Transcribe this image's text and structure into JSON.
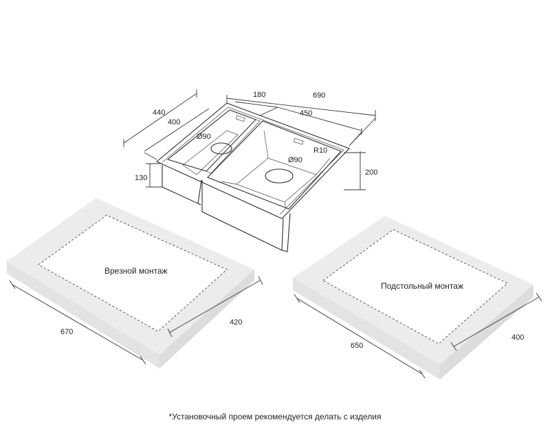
{
  "sink": {
    "dims": {
      "total_width": "690",
      "small_bowl_width": "180",
      "large_bowl_width": "450",
      "total_depth": "440",
      "bowl_depth": "400",
      "small_bowl_height": "130",
      "large_bowl_height": "200",
      "small_drain": "Ø90",
      "large_drain": "Ø90",
      "corner_radius": "R10"
    }
  },
  "flush_mount": {
    "label": "Врезной монтаж",
    "width": "670",
    "depth": "420"
  },
  "undermount": {
    "label": "Подстольный монтаж",
    "width": "650",
    "depth": "400"
  },
  "footnote": "*Установочный проем рекомендуется делать с изделия",
  "colors": {
    "slab": "#ececec",
    "line": "#333333",
    "text": "#222222"
  }
}
